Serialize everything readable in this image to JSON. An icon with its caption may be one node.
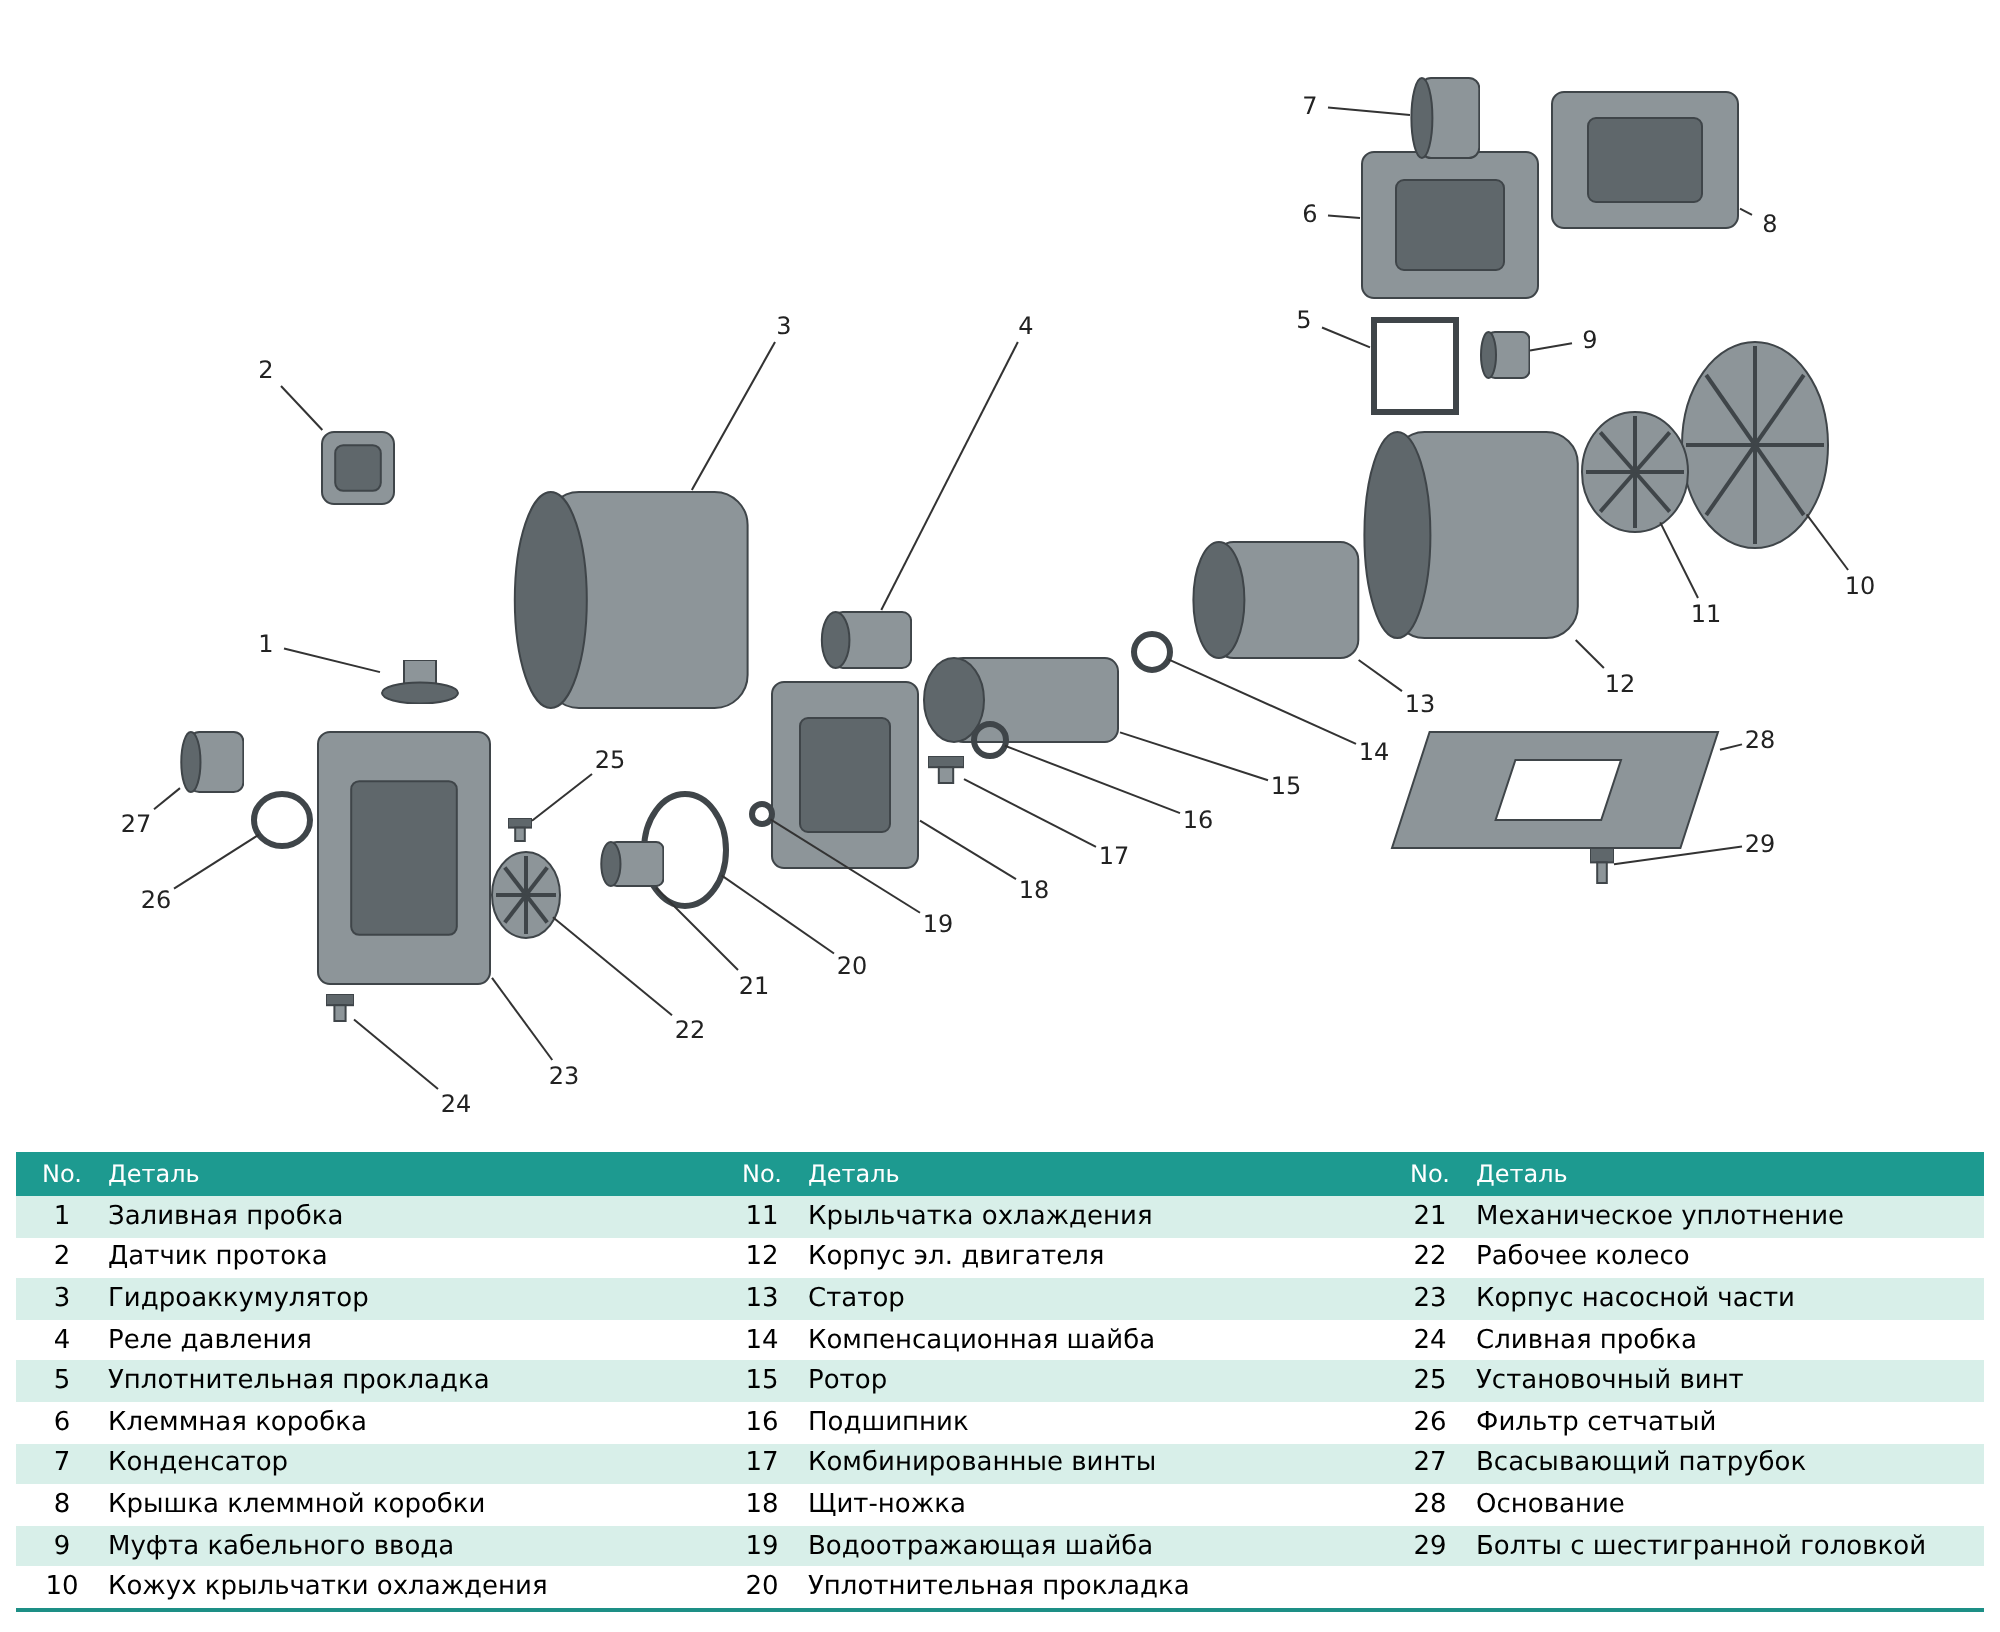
{
  "diagram": {
    "nodes": [
      {
        "text": [
          "1"
        ]
      },
      {
        "text": [],
        "shape": "picture"
      },
      {
        "text": [
          "2"
        ]
      },
      {
        "text": [],
        "shape": "picture"
      },
      {
        "text": [
          "3"
        ]
      },
      {
        "text": [],
        "shape": "cylinder"
      },
      {
        "text": [
          "4"
        ]
      },
      {
        "text": [],
        "shape": "cylinder"
      },
      {
        "text": [
          "5"
        ]
      },
      {
        "text": [],
        "shape": "box"
      },
      {
        "text": [
          "6"
        ]
      },
      {
        "text": [],
        "shape": "picture"
      },
      {
        "text": [
          "7"
        ]
      },
      {
        "text": [],
        "shape": "cylinder"
      },
      {
        "text": [
          "8"
        ]
      },
      {
        "text": [],
        "shape": "picture"
      },
      {
        "text": [
          "9"
        ]
      },
      {
        "text": [],
        "shape": "cylinder"
      },
      {
        "text": [
          "10"
        ]
      },
      {
        "text": [],
        "shape": "picture"
      },
      {
        "text": [
          "11"
        ]
      },
      {
        "text": [],
        "shape": "picture"
      },
      {
        "text": [
          "12"
        ]
      },
      {
        "text": [],
        "shape": "cylinder"
      },
      {
        "text": [
          "13"
        ]
      },
      {
        "text": [],
        "shape": "cylinder"
      },
      {
        "text": [
          "14"
        ]
      },
      {
        "text": [],
        "shape": "circle"
      },
      {
        "text": [
          "15"
        ]
      },
      {
        "text": [],
        "shape": "cylinder"
      },
      {
        "text": [
          "16"
        ]
      },
      {
        "text": [],
        "shape": "circle"
      },
      {
        "text": [
          "17"
        ]
      },
      {
        "text": [],
        "shape": "picture"
      },
      {
        "text": [
          "18"
        ]
      },
      {
        "text": [],
        "shape": "picture"
      },
      {
        "text": [
          "19"
        ]
      },
      {
        "text": [],
        "shape": "circle"
      },
      {
        "text": [
          "20"
        ]
      },
      {
        "text": [],
        "shape": "circle"
      },
      {
        "text": [
          "21"
        ]
      },
      {
        "text": [],
        "shape": "cylinder"
      },
      {
        "text": [
          "22"
        ]
      },
      {
        "text": [],
        "shape": "picture"
      },
      {
        "text": [
          "23"
        ]
      },
      {
        "text": [],
        "shape": "picture"
      },
      {
        "text": [
          "24"
        ]
      },
      {
        "text": [],
        "shape": "picture"
      },
      {
        "text": [
          "25"
        ]
      },
      {
        "text": [],
        "shape": "picture"
      },
      {
        "text": [
          "26"
        ]
      },
      {
        "text": [],
        "shape": "circle"
      },
      {
        "text": [
          "27"
        ]
      },
      {
        "text": [],
        "shape": "cylinder"
      },
      {
        "text": [
          "28"
        ]
      },
      {
        "text": [],
        "shape": "picture"
      },
      {
        "text": [
          "29"
        ]
      },
      {
        "text": [],
        "shape": "picture"
      }
    ],
    "edges": [
      {
        "from": 0,
        "to": 1,
        "arrow": "none"
      },
      {
        "from": 2,
        "to": 3,
        "arrow": "none"
      },
      {
        "from": 4,
        "to": 5,
        "arrow": "none"
      },
      {
        "from": 6,
        "to": 7,
        "arrow": "none"
      },
      {
        "from": 8,
        "to": 9,
        "arrow": "none"
      },
      {
        "from": 10,
        "to": 11,
        "arrow": "none"
      },
      {
        "from": 12,
        "to": 13,
        "arrow": "none"
      },
      {
        "from": 14,
        "to": 15,
        "arrow": "none"
      },
      {
        "from": 16,
        "to": 17,
        "arrow": "none"
      },
      {
        "from": 18,
        "to": 19,
        "arrow": "none"
      },
      {
        "from": 20,
        "to": 21,
        "arrow": "none"
      },
      {
        "from": 22,
        "to": 23,
        "arrow": "none"
      },
      {
        "from": 24,
        "to": 25,
        "arrow": "none"
      },
      {
        "from": 26,
        "to": 27,
        "arrow": "none"
      },
      {
        "from": 28,
        "to": 29,
        "arrow": "none"
      },
      {
        "from": 30,
        "to": 31,
        "arrow": "none"
      },
      {
        "from": 32,
        "to": 33,
        "arrow": "none"
      },
      {
        "from": 34,
        "to": 35,
        "arrow": "none"
      },
      {
        "from": 36,
        "to": 37,
        "arrow": "none"
      },
      {
        "from": 38,
        "to": 39,
        "arrow": "none"
      },
      {
        "from": 40,
        "to": 41,
        "arrow": "none"
      },
      {
        "from": 42,
        "to": 43,
        "arrow": "none"
      },
      {
        "from": 44,
        "to": 45,
        "arrow": "none"
      },
      {
        "from": 46,
        "to": 47,
        "arrow": "none"
      },
      {
        "from": 48,
        "to": 49,
        "arrow": "none"
      },
      {
        "from": 50,
        "to": 51,
        "arrow": "none"
      },
      {
        "from": 52,
        "to": 53,
        "arrow": "none"
      },
      {
        "from": 54,
        "to": 55,
        "arrow": "none"
      },
      {
        "from": 56,
        "to": 57,
        "arrow": "none"
      }
    ],
    "labels": [
      "No.",
      "Деталь",
      "No.",
      "Деталь",
      "No.",
      "Деталь",
      "1",
      "Заливная пробка",
      "11",
      "Крыльчатка охлаждения",
      "21",
      "Механическое уплотнение",
      "2",
      "Датчик протока",
      "12",
      "Корпус эл. двигателя",
      "22",
      "Рабочее колесо",
      "3",
      "Гидроаккумулятор",
      "13",
      "Статор",
      "23",
      "Корпус насосной части",
      "4",
      "Реле давления",
      "14",
      "Компенсационная шайба",
      "24",
      "Сливная пробка",
      "5",
      "Уплотнительная прокладка",
      "15",
      "Ротор",
      "25",
      "Установочный винт",
      "6",
      "Клеммная коробка",
      "16",
      "Подшипник",
      "26",
      "Фильтр сетчатый",
      "7",
      "Конденсатор",
      "17",
      "Комбинированные винты",
      "27",
      "Всасывающий патрубок",
      "8",
      "Крышка клеммной коробки",
      "18",
      "Щит-ножка",
      "28",
      "Основание",
      "9",
      "Муфта кабельного ввода",
      "19",
      "Водоотражающая шайба",
      "29",
      "Болты с шестигранной головкой",
      "10",
      "Кожух крыльчатки охлаждения",
      "20",
      "Уплотнительная прокладка"
    ]
  }
}
